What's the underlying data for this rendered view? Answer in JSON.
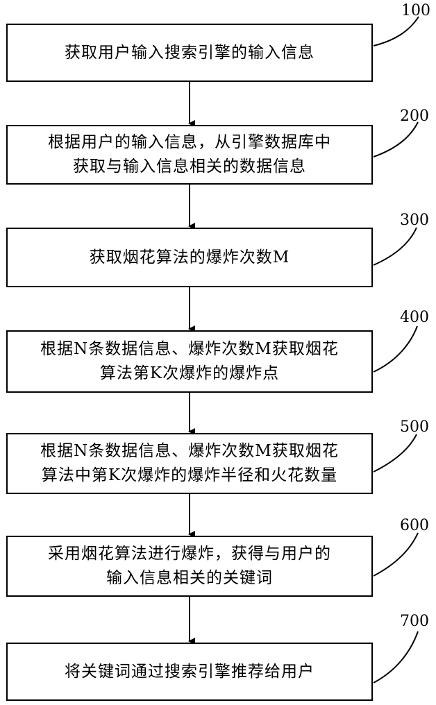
{
  "steps": [
    {
      "id": "100",
      "lines": [
        "获取用户输入搜索引擎的输入信息"
      ]
    },
    {
      "id": "200",
      "lines": [
        "根据用户的输入信息，从引擎数据库中",
        "获取与输入信息相关的数据信息"
      ]
    },
    {
      "id": "300",
      "lines": [
        "获取烟花算法的爆炸次数M"
      ]
    },
    {
      "id": "400",
      "lines": [
        "根据N条数据信息、爆炸次数M获取烟花",
        "算法第K次爆炸的爆炸点"
      ]
    },
    {
      "id": "500",
      "lines": [
        "根据N条数据信息、爆炸次数M获取烟花",
        "算法中第K次爆炸的爆炸半径和火花数量"
      ]
    },
    {
      "id": "600",
      "lines": [
        "采用烟花算法进行爆炸，获得与用户的",
        "输入信息相关的关键词"
      ]
    },
    {
      "id": "700",
      "lines": [
        "将关键词通过搜索引擎推荐给用户"
      ]
    }
  ]
}
